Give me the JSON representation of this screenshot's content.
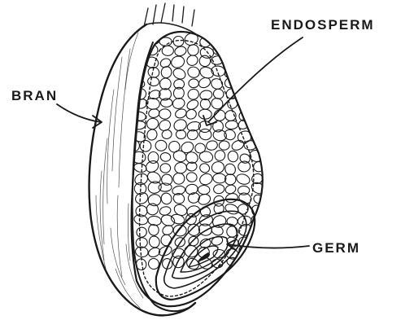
{
  "labels": {
    "endosperm": "ENDOSPERM",
    "bran": "BRAN",
    "germ": "GERM"
  },
  "colors": {
    "ink": "#1a1a1a",
    "paper": "#ffffff"
  }
}
